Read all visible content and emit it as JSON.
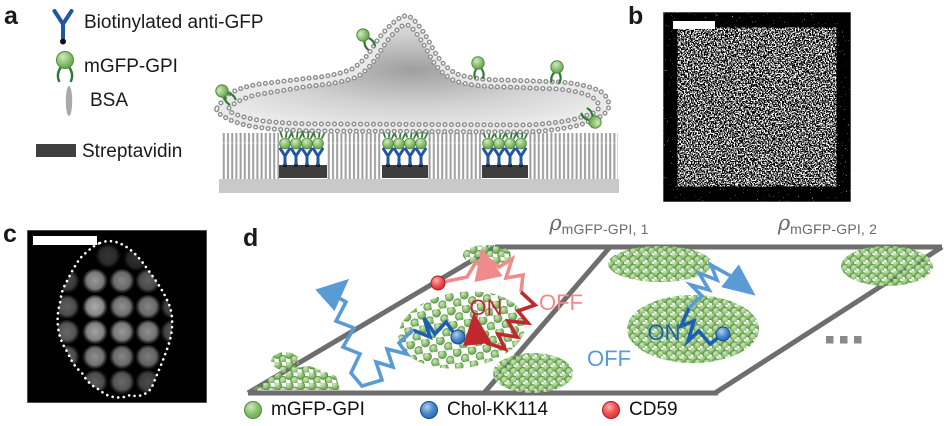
{
  "panel_a": {
    "label": "a",
    "legend": [
      {
        "icon": "antibody-icon",
        "label": "Biotinylated anti-GFP"
      },
      {
        "icon": "gpi-protein-icon",
        "label": "mGFP-GPI"
      },
      {
        "icon": "bsa-icon",
        "label": "BSA"
      },
      {
        "icon": "streptavidin-icon",
        "label": "Streptavidin"
      }
    ]
  },
  "panel_b": {
    "label": "b"
  },
  "panel_c": {
    "label": "c"
  },
  "panel_d": {
    "label": "d",
    "density_labels": [
      {
        "symbol": "ρ",
        "subscript": "mGFP-GPI, 1"
      },
      {
        "symbol": "ρ",
        "subscript": "mGFP-GPI, 2"
      }
    ],
    "states": {
      "cd59_on": "ON",
      "cd59_off": "OFF",
      "chol_on": "ON",
      "chol_off": "OFF"
    },
    "ellipsis": "...",
    "legend": [
      {
        "label": "mGFP-GPI",
        "color": "#6dae51"
      },
      {
        "label": "Chol-KK114",
        "color": "#1d5fae"
      },
      {
        "label": "CD59",
        "color": "#e02328"
      }
    ]
  },
  "colors": {
    "line_gray": "#6e6e6e",
    "label_gray": "#6b6b6b",
    "green_dot": "#6dae51",
    "dark_blue": "#1d5fae",
    "light_blue": "#5b9bd5",
    "dark_red": "#c1272d",
    "light_red": "#f08b8b"
  }
}
